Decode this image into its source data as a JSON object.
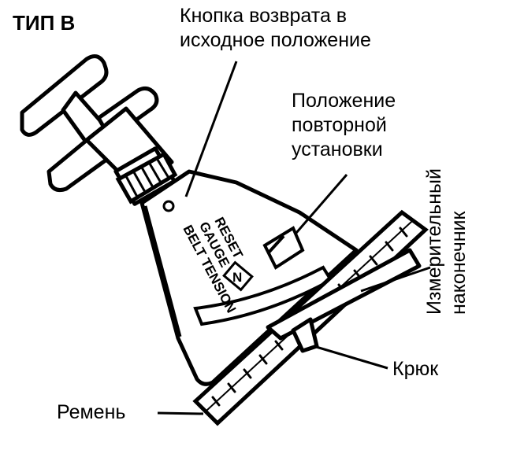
{
  "title": "ТИП В",
  "labels": {
    "reset_button": [
      "Кнопка возврата в",
      "исходное положение"
    ],
    "repeat_position": [
      "Положение",
      "повторной",
      "установки"
    ],
    "measuring_tip": [
      "Измерительный",
      "наконечник"
    ],
    "hook": "Крюк",
    "belt": "Ремень"
  },
  "gauge_face": {
    "line1": "BELT TENSION",
    "line2": "GAUGE",
    "line3": "RESET",
    "badge": "N"
  }
}
